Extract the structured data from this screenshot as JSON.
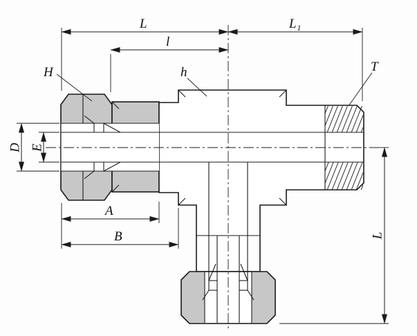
{
  "drawing": {
    "description": "Technical line drawing of a male run tee compression tube fitting with dimension callouts",
    "labels": {
      "overall_length": "L",
      "right_length": "L₁",
      "intermediate_length": "l",
      "nut_hex": "H",
      "body_hex": "h",
      "thread": "T",
      "bore_outer": "D",
      "bore_inner": "E",
      "nut_length": "A",
      "shoulder_length": "B",
      "branch_length": "L"
    },
    "colors": {
      "line": "#1a1a1a",
      "nut_fill": "#c7c7c7",
      "background": "#fdfdfd"
    }
  }
}
